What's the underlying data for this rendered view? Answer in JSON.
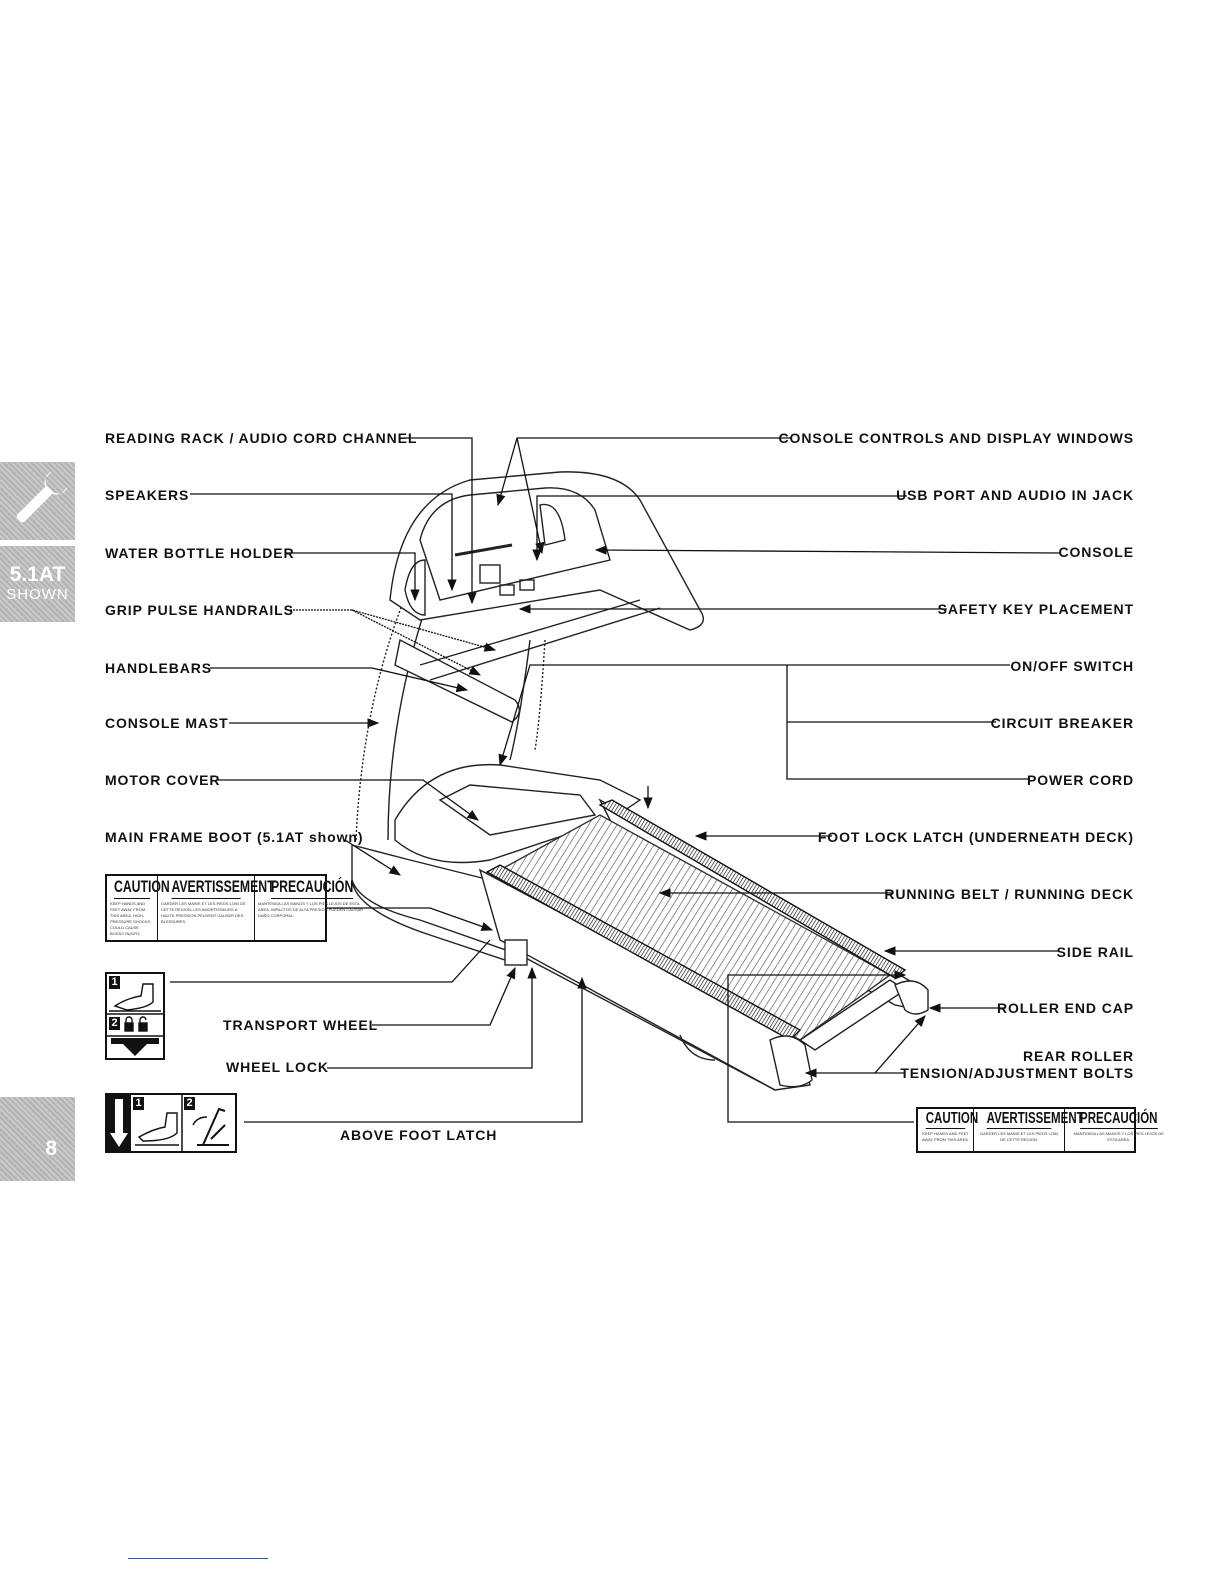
{
  "side_tabs": {
    "tool_icon": "wrench-icon",
    "model": "5.1AT",
    "model_note": "SHOWN",
    "page_number": "8"
  },
  "labels_left": {
    "reading_rack": "READING RACK / AUDIO CORD CHANNEL",
    "speakers": "SPEAKERS",
    "water_bottle": "WATER BOTTLE HOLDER",
    "grip_pulse": "GRIP PULSE HANDRAILS",
    "handlebars": "HANDLEBARS",
    "console_mast": "CONSOLE MAST",
    "motor_cover": "MOTOR COVER",
    "main_frame_boot": "MAIN FRAME BOOT (5.1AT shown)",
    "transport_wheel": "TRANSPORT WHEEL",
    "wheel_lock": "WHEEL LOCK",
    "above_foot_latch": "ABOVE FOOT LATCH"
  },
  "labels_right": {
    "console_controls": "CONSOLE CONTROLS AND DISPLAY WINDOWS",
    "usb_port": "USB PORT AND AUDIO IN JACK",
    "console": "CONSOLE",
    "safety_key": "SAFETY KEY PLACEMENT",
    "on_off": "ON/OFF SWITCH",
    "circuit_breaker": "CIRCUIT BREAKER",
    "power_cord": "POWER CORD",
    "foot_lock": "FOOT LOCK LATCH (UNDERNEATH DECK)",
    "running_belt": "RUNNING BELT / RUNNING DECK",
    "side_rail": "SIDE RAIL",
    "roller_end_cap": "ROLLER END CAP",
    "rear_roller_1": "REAR ROLLER",
    "rear_roller_2": "TENSION/ADJUSTMENT BOLTS"
  },
  "caution_left": {
    "headers": [
      "CAUTION",
      "AVERTISSEMENT",
      "PRECAUCIÓN"
    ],
    "texts": [
      "KEEP HANDS AND FEET AWAY FROM THIS AREA. HIGH-PRESSURE SHOCKS COULD CAUSE BODILY INJURY.",
      "GARDER LES MAINS ET LES PIEDS LOIN DE CETTE REGION. LES AMORTISSEURS À HAUTE PRESSION PEUVENT CAUSER DES BLESSURES.",
      "MANTENGA LAS MANOS Y LOS PIES LEJOS DE ESTA AREA. IMPACTOS DE ALTA PRESIÓN PUEDEN CAUSAR DAÑO CORPORAL."
    ]
  },
  "caution_right": {
    "headers": [
      "CAUTION",
      "AVERTISSEMENT",
      "PRECAUCIÓN"
    ],
    "texts": [
      "KEEP HANDS AND FEET AWAY FROM THIS AREA.",
      "GARDER LES MAINS ET LES PIEDS LOIN DE CETTE REGION.",
      "MANTENGA LAS MANOS Y LOS PIES LEJOS DE ESTA AREA."
    ]
  },
  "pictograms": {
    "transport_steps": [
      "1",
      "2"
    ],
    "transport_icons": [
      "foot-press-icon",
      "lock-unlock-icon",
      "down-arrow-icon"
    ],
    "latch_steps": [
      "1",
      "2"
    ],
    "latch_icons": [
      "down-arrow-icon",
      "foot-press-icon",
      "treadmill-fold-icon"
    ]
  }
}
